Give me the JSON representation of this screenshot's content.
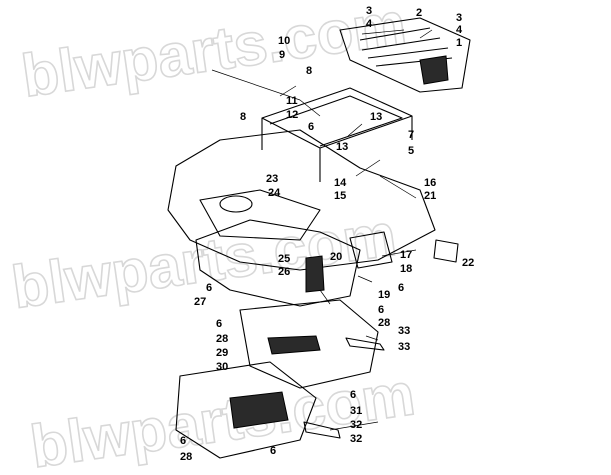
{
  "watermark": "blwparts.com",
  "callouts": [
    "1",
    "2",
    "3",
    "3",
    "4",
    "4",
    "5",
    "6",
    "6",
    "6",
    "6",
    "6",
    "6",
    "6",
    "7",
    "8",
    "8",
    "9",
    "10",
    "11",
    "12",
    "13",
    "13",
    "14",
    "15",
    "16",
    "17",
    "18",
    "19",
    "20",
    "21",
    "22",
    "23",
    "24",
    "25",
    "26",
    "27",
    "28",
    "28",
    "28",
    "29",
    "30",
    "31",
    "32",
    "32",
    "33",
    "33"
  ]
}
